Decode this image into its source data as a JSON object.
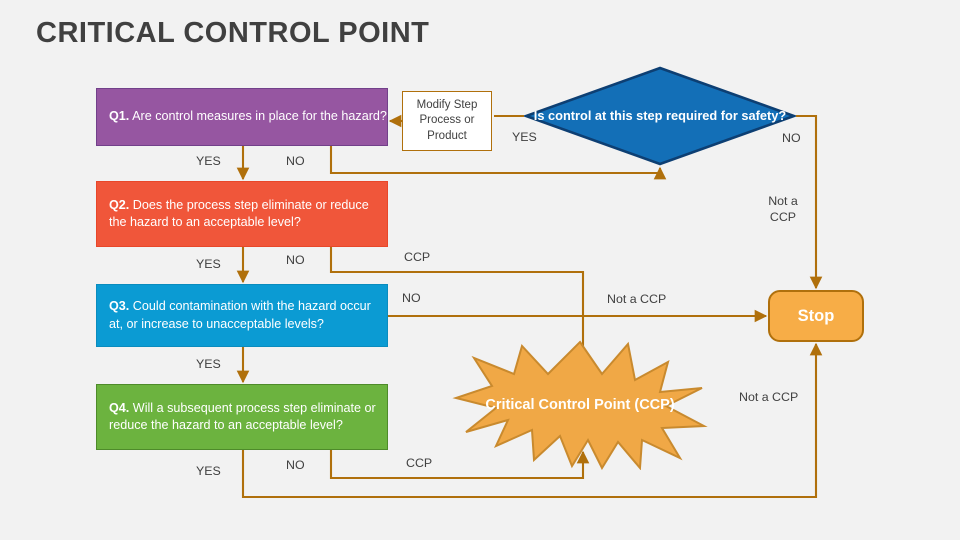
{
  "page": {
    "title": "CRITICAL CONTROL POINT",
    "background": "#f2f2f2"
  },
  "nodes": {
    "q1": {
      "prefix": "Q1.",
      "text": " Are control measures in place for the hazard?",
      "color": "#9656a1"
    },
    "q2": {
      "prefix": "Q2.",
      "text": " Does the process step eliminate or reduce the hazard to an acceptable level?",
      "color": "#f0563a"
    },
    "q3": {
      "prefix": "Q3.",
      "text": " Could contamination with the hazard occur at, or increase to unacceptable levels?",
      "color": "#0b9bd3"
    },
    "q4": {
      "prefix": "Q4.",
      "text": " Will a subsequent process step eliminate or reduce the hazard to an acceptable level?",
      "color": "#6cb33f"
    },
    "modify_step": {
      "text": "Modify Step Process or Product",
      "color": "#ffffff"
    },
    "decision": {
      "text": "Is control at this step required for safety?",
      "color": "#136fb7"
    },
    "stop": {
      "text": "Stop",
      "color": "#f7ad47"
    },
    "ccp_burst": {
      "text": "Critical Control Point (CCP)",
      "color": "#f0a846"
    }
  },
  "edge_labels": {
    "q1_yes": "YES",
    "q1_no": "NO",
    "decision_yes": "YES",
    "decision_no": "NO",
    "decision_not_a_ccp": "Not a CCP",
    "q2_yes": "YES",
    "q2_no": "NO",
    "q2_ccp": "CCP",
    "q3_no": "NO",
    "q3_not_a_ccp": "Not a CCP",
    "q3_yes": "YES",
    "q4_yes": "YES",
    "q4_no": "NO",
    "q4_ccp": "CCP",
    "q4_not_a_ccp": "Not a CCP"
  },
  "colors": {
    "connector": "#b0700c",
    "text_dark": "#404040",
    "decision_border": "#0d3f73",
    "burst_border": "#c98a2e"
  }
}
